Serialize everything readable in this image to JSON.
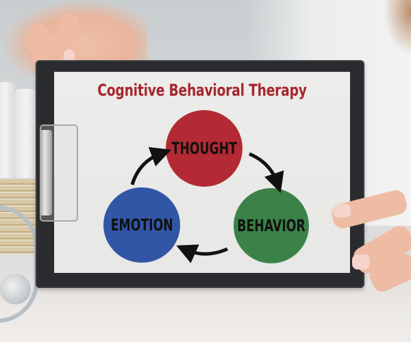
{
  "scene": {
    "description": "Hands holding a black clipboard with a Cognitive Behavioral Therapy cycle diagram",
    "colors": {
      "title": "#a6262e",
      "thought_circle": "#b42a34",
      "emotion_circle": "#3156a6",
      "behavior_circle": "#3a8247",
      "clipboard": "#2a2b2e",
      "paper": "#ebebe9",
      "arrows": "#111111"
    }
  },
  "diagram": {
    "title": "Cognitive Behavioral Therapy",
    "nodes": [
      {
        "label": "THOUGHT"
      },
      {
        "label": "BEHAVIOR"
      },
      {
        "label": "EMOTION"
      }
    ],
    "cycle": [
      "THOUGHT",
      "BEHAVIOR",
      "EMOTION"
    ]
  }
}
